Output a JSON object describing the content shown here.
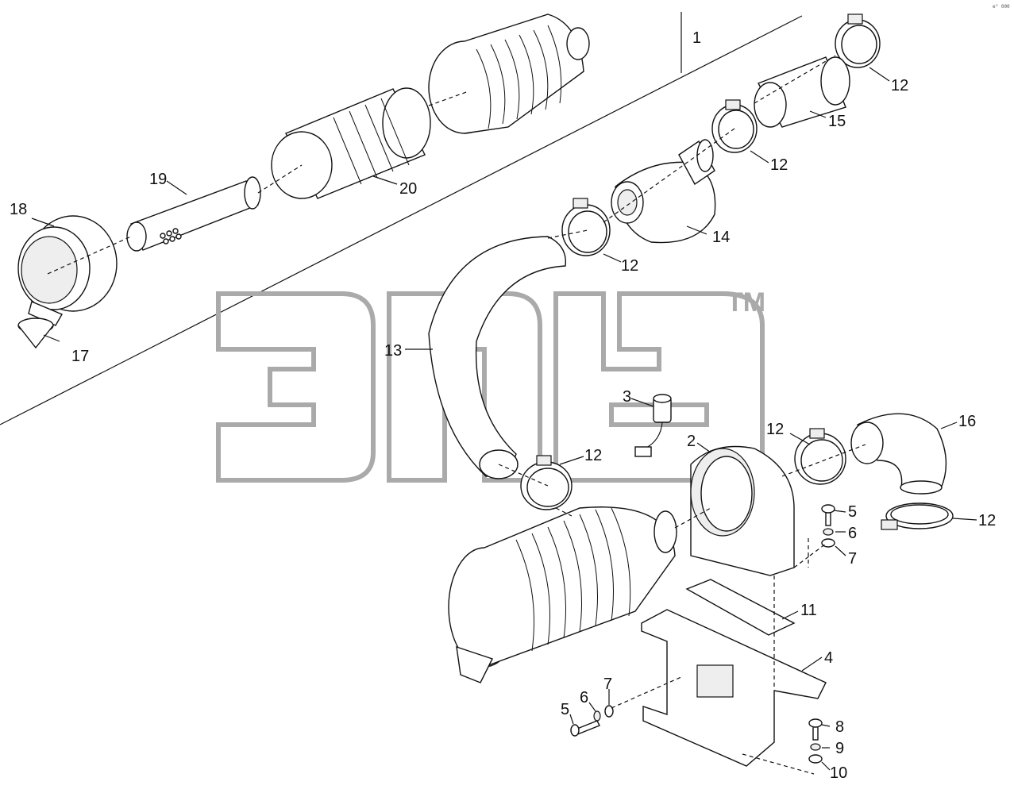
{
  "diagram": {
    "corner_stamp": "e° 000",
    "watermark_tm": "TM",
    "callouts": {
      "p1": "1",
      "p2": "2",
      "p3": "3",
      "p4": "4",
      "p5a": "5",
      "p5b": "5",
      "p6a": "6",
      "p6b": "6",
      "p7a": "7",
      "p7b": "7",
      "p8": "8",
      "p9": "9",
      "p10": "10",
      "p11": "11",
      "p12a": "12",
      "p12b": "12",
      "p12c": "12",
      "p12d": "12",
      "p12e": "12",
      "p12f": "12",
      "p13": "13",
      "p14": "14",
      "p15": "15",
      "p16": "16",
      "p17": "17",
      "p18": "18",
      "p19": "19",
      "p20": "20"
    }
  }
}
